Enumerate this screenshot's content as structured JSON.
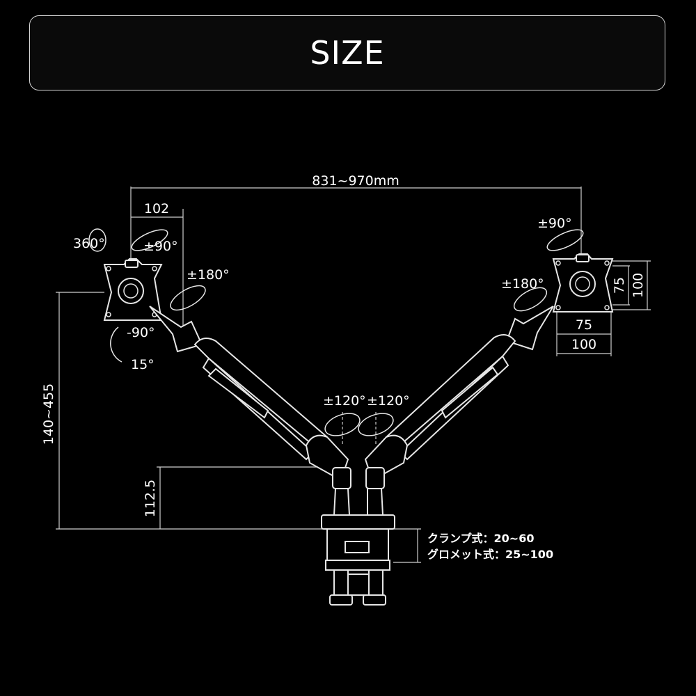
{
  "title": "SIZE",
  "dimensions": {
    "total_width": "831~970mm",
    "arm_offset": "102",
    "height_range": "140~455",
    "base_height": "112.5",
    "vesa_inner_h": "75",
    "vesa_outer_h": "100",
    "vesa_inner_w": "75",
    "vesa_outer_w": "100"
  },
  "rotations": {
    "left_rotate": "360°",
    "left_swivel": "±90°",
    "left_pivot": "±180°",
    "left_tilt_down": "-90°",
    "left_tilt_up": "15°",
    "right_swivel": "±90°",
    "right_pivot": "±180°",
    "base_left": "±120°",
    "base_right": "±120°"
  },
  "mounting": {
    "clamp": "クランプ式：20~60",
    "grommet": "グロメット式：25~100"
  }
}
